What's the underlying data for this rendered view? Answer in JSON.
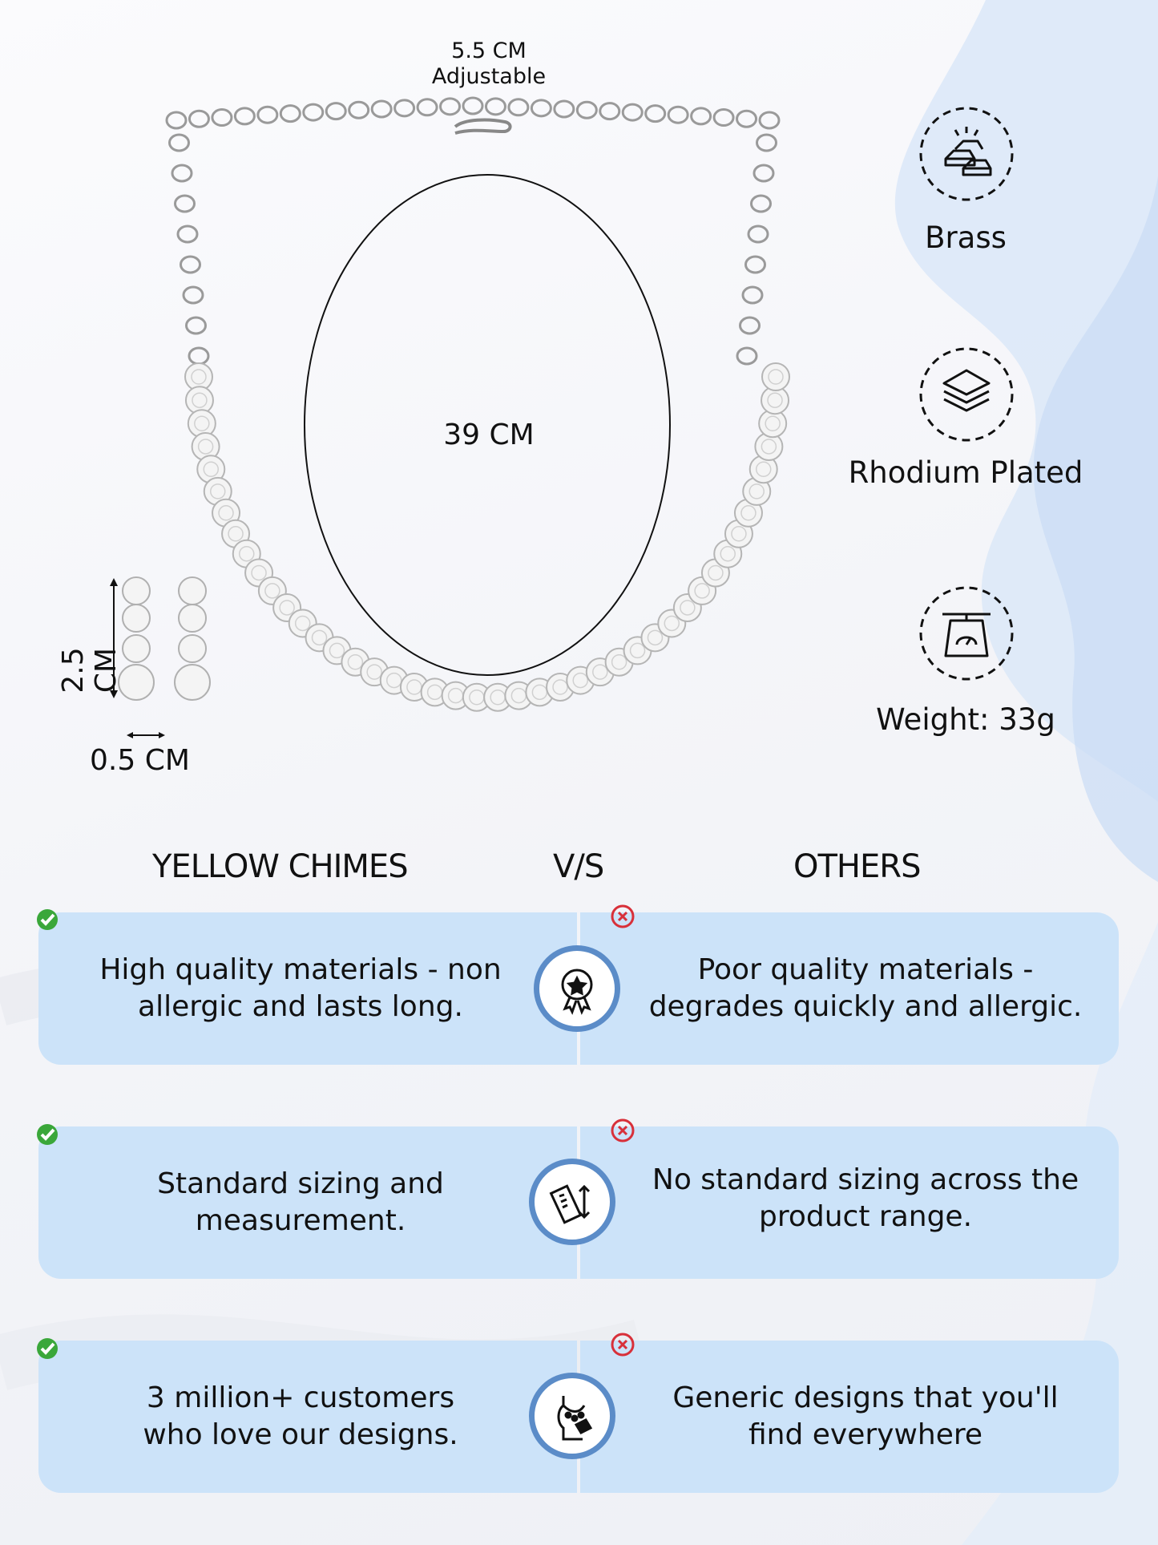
{
  "dimensions": {
    "chain_extension": "5.5 CM",
    "chain_extension_note": "Adjustable",
    "necklace_length": "39 CM",
    "earring_height": "2.5 CM",
    "earring_width": "0.5 CM"
  },
  "specs": [
    {
      "label": "Brass",
      "icon": "gold-bars-icon"
    },
    {
      "label": "Rhodium Plated",
      "icon": "layers-icon"
    },
    {
      "label": "Weight: 33g",
      "icon": "weighing-scale-icon"
    }
  ],
  "comparison": {
    "left_heading": "YELLOW CHIMES",
    "middle_heading": "V/S",
    "right_heading": "OTHERS",
    "rows": [
      {
        "ours": "High quality materials - non\nallergic and lasts long.",
        "others": "Poor quality materials -\ndegrades quickly and allergic.",
        "icon": "quality-badge-icon"
      },
      {
        "ours": "Standard sizing and\nmeasurement.",
        "others": "No standard sizing across the\nproduct range.",
        "icon": "ruler-icon"
      },
      {
        "ours": "3 million+ customers\nwho love our designs.",
        "others": "Generic designs that you'll\nfind everywhere",
        "icon": "necklace-bust-icon"
      }
    ]
  },
  "colors": {
    "card": "#cce3f9",
    "badge_ring": "#5b8cc8",
    "check": "#3aa73a",
    "cross": "#d8303a"
  }
}
